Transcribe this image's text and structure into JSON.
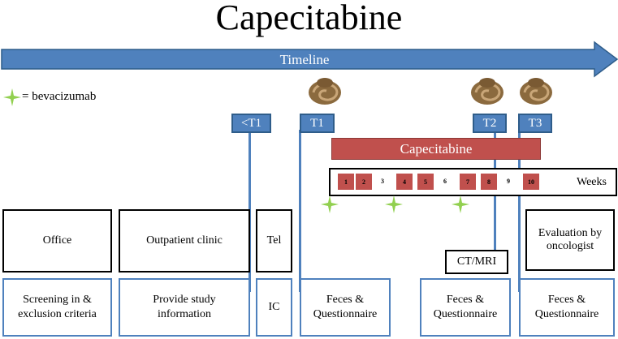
{
  "title": "Capecitabine",
  "timeline_label": "Timeline",
  "legend": {
    "symbol": "star-icon",
    "text": "= bevacizumab",
    "color": "#92d050"
  },
  "timepoints": [
    "<T1",
    "T1",
    "T2",
    "T3"
  ],
  "treatment_label": "Capecitabine",
  "weeks_label": "Weeks",
  "weeks": [
    "1",
    "2",
    "3",
    "4",
    "5",
    "6",
    "7",
    "8",
    "9",
    "10"
  ],
  "weeks_red": [
    true,
    true,
    false,
    true,
    true,
    false,
    true,
    true,
    false,
    true
  ],
  "location_boxes": {
    "office": "Office",
    "outpatient": "Outpatient clinic",
    "tel": "Tel",
    "ct_mri": "CT/MRI",
    "evaluation": "Evaluation by\noncologist"
  },
  "activity_boxes": {
    "screening": "Screening in &\nexclusion criteria",
    "provide_info": "Provide study\ninformation",
    "ic": "IC",
    "feces1": "Feces &\nQuestionnaire",
    "feces2": "Feces &\nQuestionnaire",
    "feces3": "Feces &\nQuestionnaire"
  },
  "colors": {
    "blue": "#4f81bd",
    "red": "#c0504d",
    "green": "#92d050"
  }
}
